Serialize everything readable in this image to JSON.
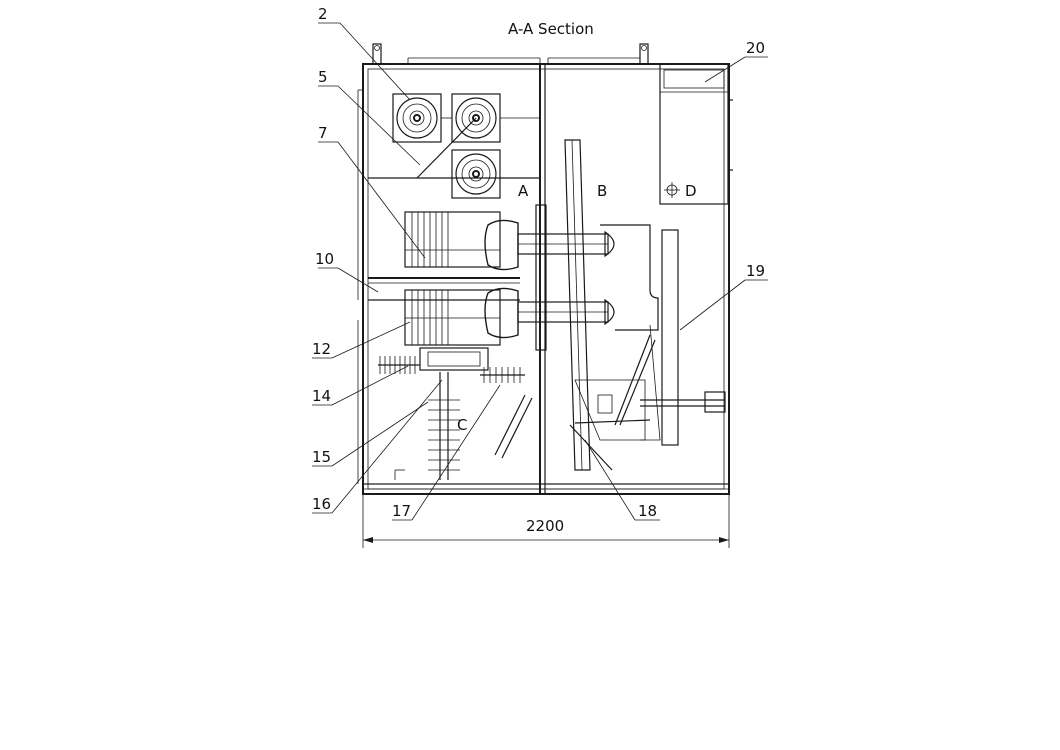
{
  "title": "A-A Section",
  "callouts": [
    {
      "id": "2",
      "text": "2"
    },
    {
      "id": "5",
      "text": "5"
    },
    {
      "id": "7",
      "text": "7"
    },
    {
      "id": "10",
      "text": "10"
    },
    {
      "id": "12",
      "text": "12"
    },
    {
      "id": "14",
      "text": "14"
    },
    {
      "id": "15",
      "text": "15"
    },
    {
      "id": "16",
      "text": "16"
    },
    {
      "id": "17",
      "text": "17"
    },
    {
      "id": "18",
      "text": "18"
    },
    {
      "id": "19",
      "text": "19"
    },
    {
      "id": "20",
      "text": "20"
    }
  ],
  "zones": {
    "a": "A",
    "b": "B",
    "c": "C",
    "d": "D"
  },
  "dimension": {
    "width_label": "2200"
  },
  "colors": {
    "line": "#1a1a1a",
    "insulation": "#3a3a3a",
    "background": "#ffffff"
  }
}
